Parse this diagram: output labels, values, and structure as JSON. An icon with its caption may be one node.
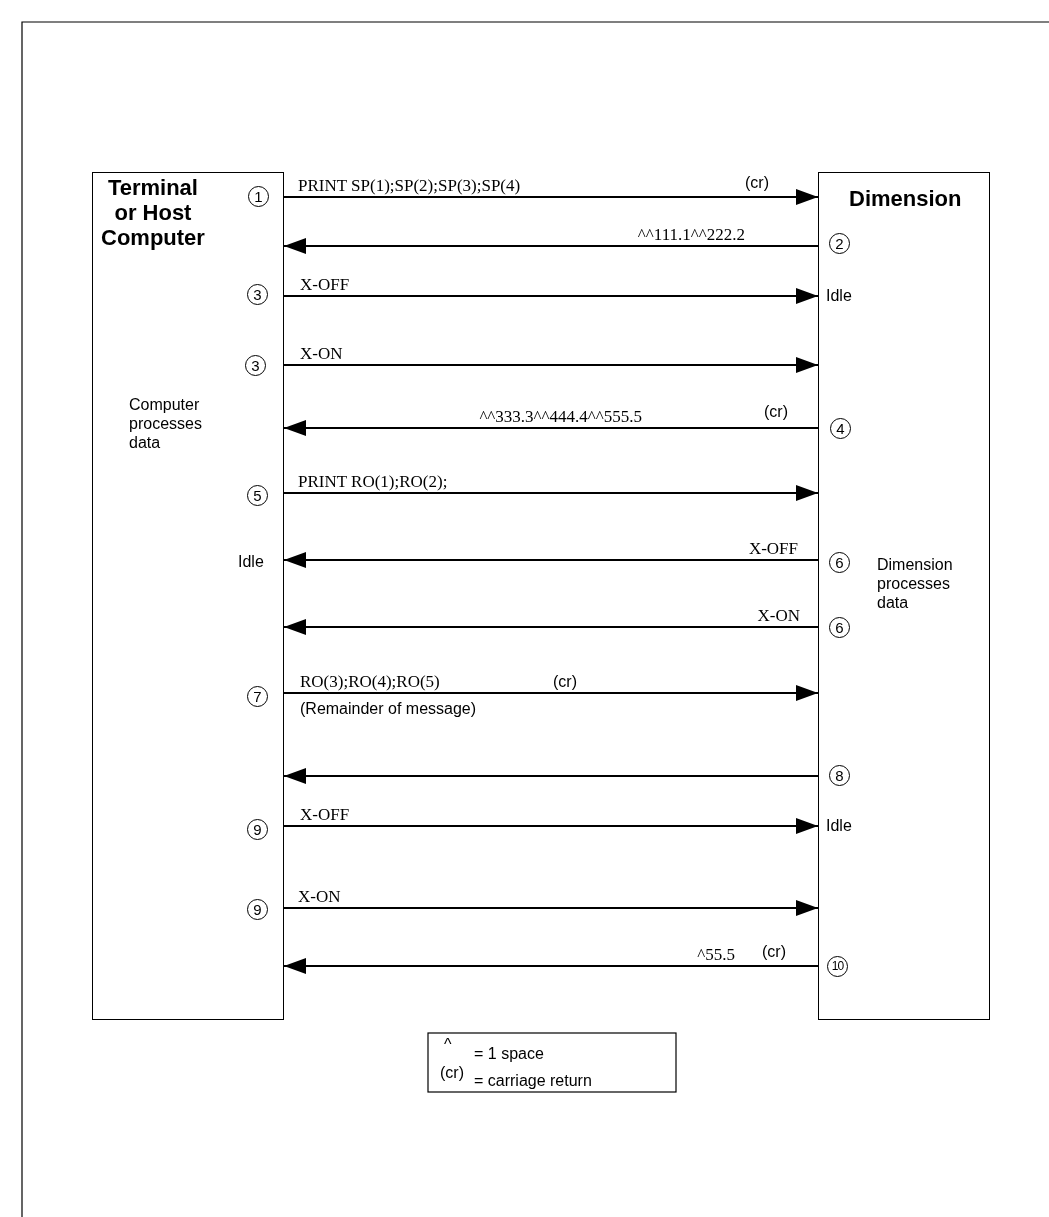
{
  "diagram": {
    "nodes": [
      {
        "text": [
          "Terminal or Host Computer",
          "Computer processes data"
        ]
      },
      {
        "text": [
          "Dimension",
          "Dimension processes data"
        ]
      }
    ],
    "edges": [
      {
        "from": 0,
        "to": 1,
        "arrow": "to",
        "label": "PRINT SP(1);SP(2);SP(3);SP(4)"
      },
      {
        "from": 1,
        "to": 0,
        "arrow": "to",
        "label": "^^111.1^^222.2"
      },
      {
        "from": 0,
        "to": 1,
        "arrow": "to",
        "label": "X-OFF"
      },
      {
        "from": 0,
        "to": 1,
        "arrow": "to",
        "label": "X-ON"
      },
      {
        "from": 1,
        "to": 0,
        "arrow": "to",
        "label": "^^333.3^^444.4^^555.5"
      },
      {
        "from": 0,
        "to": 1,
        "arrow": "to",
        "label": "PRINT RO(1);RO(2);"
      },
      {
        "from": 1,
        "to": 0,
        "arrow": "to",
        "label": "X-OFF"
      },
      {
        "from": 1,
        "to": 0,
        "arrow": "to",
        "label": "X-ON"
      },
      {
        "from": 0,
        "to": 1,
        "arrow": "to",
        "label": "RO(3);RO(4);RO(5)"
      },
      {
        "from": 1,
        "to": 0,
        "arrow": "to"
      },
      {
        "from": 0,
        "to": 1,
        "arrow": "to",
        "label": "X-OFF"
      },
      {
        "from": 0,
        "to": 1,
        "arrow": "to",
        "label": "X-ON"
      },
      {
        "from": 1,
        "to": 0,
        "arrow": "to",
        "label": "^55.5"
      }
    ],
    "labels": [
      "1",
      "(cr)",
      "2",
      "3",
      "Idle",
      "3",
      "(cr)",
      "4",
      "5",
      "Idle",
      "6",
      "6",
      "7",
      "(cr)",
      "(Remainder of message)",
      "8",
      "9",
      "Idle",
      "9",
      "(cr)",
      "10",
      "^",
      "= 1 space",
      "(cr)",
      "= carriage return"
    ]
  }
}
